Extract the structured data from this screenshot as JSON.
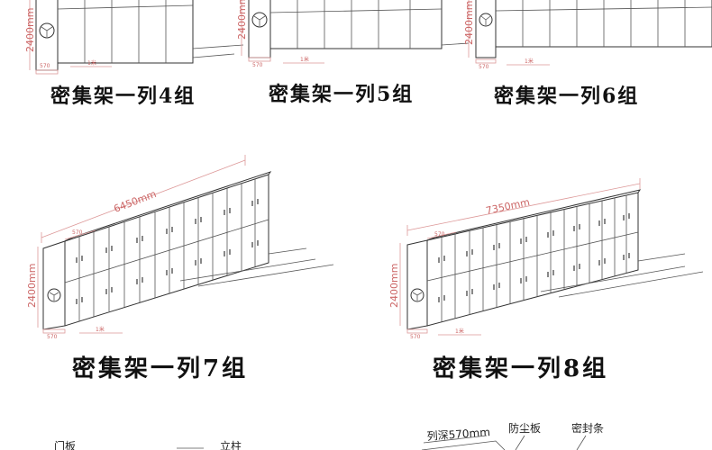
{
  "top_row": [
    {
      "caption": "密集架一列4组",
      "height_dim": "2400mm",
      "depth_dim": "570",
      "spacing_dim": "1米"
    },
    {
      "caption": "密集架一列5组",
      "height_dim": "2400mm",
      "depth_dim": "570",
      "spacing_dim": "1米"
    },
    {
      "caption": "密集架一列6组",
      "height_dim": "2400mm",
      "depth_dim": "570",
      "spacing_dim": "1米"
    }
  ],
  "middle_row": [
    {
      "caption": "密集架一列7组",
      "length_dim": "6450mm",
      "height_dim": "2400mm",
      "depth_dim": "570",
      "depth_dim_top": "570",
      "spacing_dim": "1米"
    },
    {
      "caption": "密集架一列8组",
      "length_dim": "7350mm",
      "height_dim": "2400mm",
      "depth_dim": "570",
      "depth_dim_top": "570",
      "spacing_dim": "1米"
    }
  ],
  "parts": {
    "door_panel": "门板",
    "column": "立柱",
    "column_depth": "列深570mm",
    "dust_board": "防尘板",
    "seal_strip": "密封条"
  }
}
